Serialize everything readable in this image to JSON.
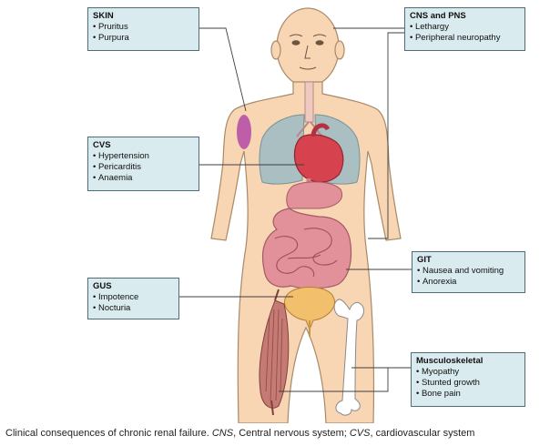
{
  "callouts": {
    "skin": {
      "title": "SKIN",
      "items": [
        "Pruritus",
        "Purpura"
      ]
    },
    "cns": {
      "title": "CNS and PNS",
      "items": [
        "Lethargy",
        "Peripheral neuropathy"
      ]
    },
    "cvs": {
      "title": "CVS",
      "items": [
        "Hypertension",
        "Pericarditis",
        "Anaemia"
      ]
    },
    "git": {
      "title": "GIT",
      "items": [
        "Nausea and vomiting",
        "Anorexia"
      ]
    },
    "gus": {
      "title": "GUS",
      "items": [
        "Impotence",
        "Nocturia"
      ]
    },
    "msk": {
      "title": "Musculoskeletal",
      "items": [
        "Myopathy",
        "Stunted growth",
        "Bone pain"
      ]
    }
  },
  "caption": {
    "text1": "Clinical consequences of chronic renal failure. ",
    "abbr1": "CNS",
    "text2": ", Central nervous system; ",
    "abbr2": "CVS",
    "text3": ", cardiovascular system"
  },
  "colors": {
    "skin": "#f8d6b4",
    "outline": "#a88968",
    "callout_fill": "#d9ebef",
    "callout_border": "#4f6d75",
    "lungs": "#a9bfc1",
    "heart": "#d6424e",
    "stomach": "#e2919a",
    "bladder": "#f2c06c",
    "purpura": "#b24aa6",
    "muscle": "#c57a74",
    "bone": "#ffffff",
    "leader": "#3f3f3f"
  }
}
